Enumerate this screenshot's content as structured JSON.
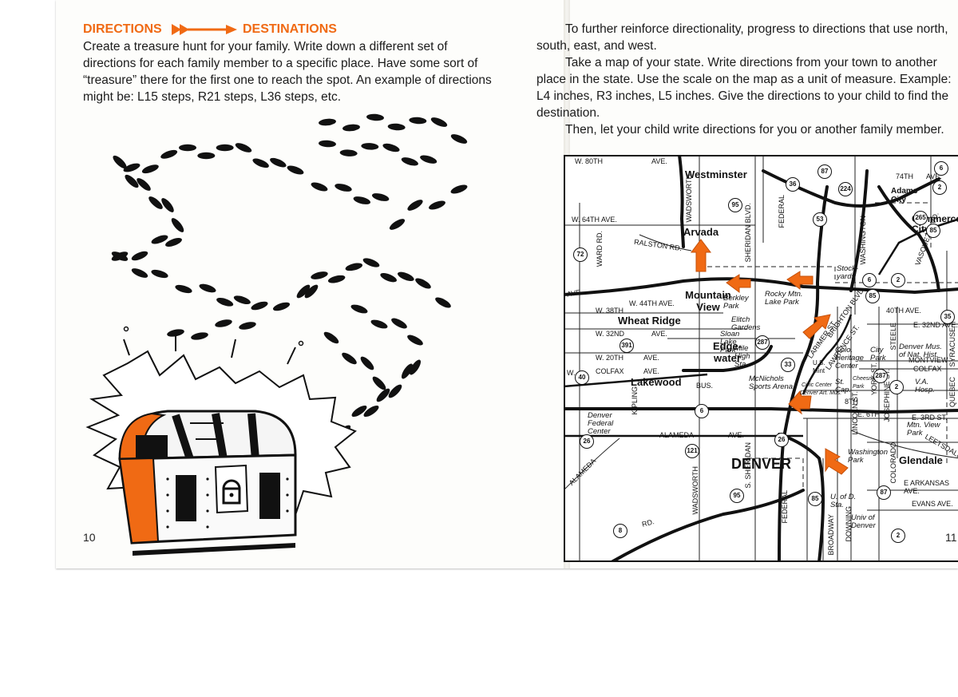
{
  "left_page": {
    "heading_left": "DIRECTIONS",
    "heading_right": "DESTINATIONS",
    "paragraph": "Create a treasure hunt for your family. Write down a different set of directions for each family member to a specific place. Have some sort of “treasure” there for the first one to reach the spot. An example of directions might be: L15 steps, R21 steps, L36 steps, etc.",
    "page_number": "10",
    "colors": {
      "accent": "#f06a14",
      "ink": "#1b1b1b"
    },
    "icons": [
      "arrow-icon",
      "footprints-icon",
      "treasure-chest-icon"
    ]
  },
  "right_page": {
    "paragraphs": [
      "To further reinforce directionality, progress to directions that use north, south, east, and west.",
      "Take a map of your state. Write directions from your town to another place in the state. Use the scale on the map as a unit of measure. Example: L4 inches, R3 inches, L5 inches. Give the directions to your child to find the destination.",
      "Then, let your child write directions for you or another family member."
    ],
    "page_number": "11"
  },
  "map": {
    "cities": {
      "mountain_view": "Mountain View",
      "wheat_ridge": "Wheat Ridge",
      "edgewater": "Edge-water",
      "lakewood": "Lakewood",
      "denver": "DENVER",
      "glendale": "Glendale",
      "arvada": "Arvada",
      "westminster": "Westminster",
      "adams_city": "Adams City",
      "commerce_city": "Commerce City"
    },
    "places": {
      "berkley_park": "Berkley Park",
      "rocky_mtn_lake_park": "Rocky Mtn. Lake Park",
      "elitch_gardens": "Elitch Gardens",
      "sloan_lake_park": "Sloan Lake Park",
      "mile_high_sta": "Mile High Sta.",
      "stockyards": "Stock-yards",
      "colo_heritage_center": "Colo. Heritage Center",
      "us_mint": "U.S. Mint",
      "city_park": "City Park",
      "denver_mus_nat_hist": "Denver Mus. of Nat. Hist.",
      "mcnichols_sports_arena": "McNichols Sports Arena",
      "civic_center": "Civic Center",
      "denver_art_mus": "Denver Art. Mus.",
      "st_cap": "St. Cap.",
      "cheesman_park": "Cheesman Park",
      "va_hosp": "V.A. Hosp.",
      "mtn_view_park": "Mtn. View Park",
      "denver_federal_center": "Denver Federal Center",
      "washington_park": "Washington Park",
      "u_of_d_sta": "U. of D. Sta.",
      "univ_of_denver": "Univ of Denver"
    },
    "streets": {
      "w80th": "W. 80TH",
      "ave_top": "AVE.",
      "w64th": "W. 64TH AVE.",
      "ralston": "RALSTON RD.",
      "w44th": "W. 44TH AVE.",
      "w38th": "W. 38TH",
      "w32nd": "W. 32ND",
      "ave1": "AVE.",
      "w20th": "W. 20TH",
      "ave2": "AVE.",
      "colfax_w": "COLFAX",
      "ave3": "AVE.",
      "bus": "BUS.",
      "alameda": "ALAMEDA",
      "ave4": "AVE.",
      "alameda_diag": "ALAMEDA",
      "rd_s": "RD.",
      "e32nd": "E. 32ND AVE.",
      "e6th": "E. 6TH",
      "e3rd": "E. 3RD ST.",
      "montview": "MONTVIEW",
      "colfax_e": "COLFAX",
      "arkansas": "E ARKANSAS AVE.",
      "evans": "EVANS AVE.",
      "leetsdale": "LEETSDALE",
      "th74": "74TH",
      "ave5": "AVE.",
      "th40": "40TH AVE.",
      "th8": "8TH",
      "brighton": "BRIGHTON BLVD.",
      "larimer": "LARIMER ST.",
      "lawrence": "LAWRENCE ST.",
      "york": "YORK ST.",
      "josephine": "JOSEPHINE ST.",
      "lincoln": "LINCOLN ST.",
      "steele": "STEELE",
      "colorado": "COLORADO",
      "wadsworth": "WADSWORTH",
      "wadsworth_s": "WADSWORTH",
      "sheridan": "SHERIDAN BLVD.",
      "s_sheridan": "S. SHERIDAN",
      "federal": "FEDERAL",
      "federal_s": "FEDERAL",
      "washington": "WASHINGTON",
      "ward": "WARD RD.",
      "kipling": "KIPLING",
      "broadway": "BROADWAY",
      "downing": "DOWNING",
      "syracuse": "SYRACUSE",
      "quebec": "QUEBEC",
      "vasquez": "VASQUEZ BLVD.",
      "ave_left": "AVE.",
      "w_left": "W."
    },
    "routes": [
      "87",
      "36",
      "224",
      "6",
      "2",
      "265",
      "85",
      "53",
      "95",
      "72",
      "6",
      "85",
      "2",
      "35",
      "391",
      "287",
      "33",
      "287",
      "2",
      "40",
      "6",
      "26",
      "121",
      "26",
      "95",
      "85",
      "87",
      "8",
      "2"
    ],
    "colors": {
      "marker": "#f06a14",
      "ink": "#111111"
    }
  }
}
